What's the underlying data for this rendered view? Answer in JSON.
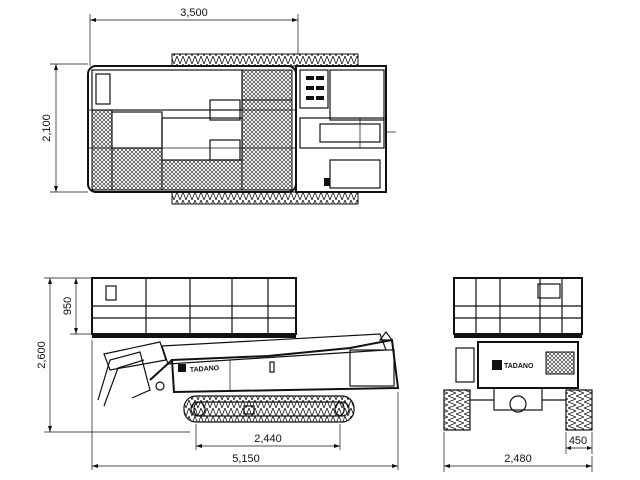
{
  "brand": "TADANO",
  "dimensions": {
    "top_width": "3,500",
    "top_height": "2,100",
    "basket_height": "950",
    "overall_height": "2,600",
    "track_length": "2,440",
    "overall_length": "5,150",
    "track_width": "450",
    "overall_width": "2,480"
  }
}
